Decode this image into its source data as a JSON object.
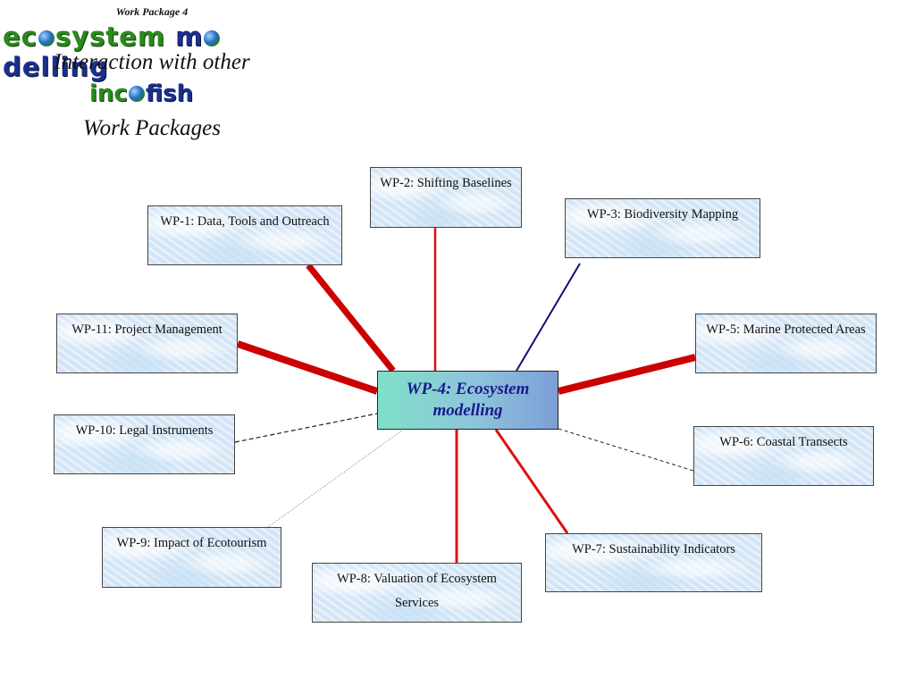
{
  "header": {
    "work_package": "Work Package 4",
    "logo_ecosystem_modelling": "ecosystem modelling",
    "subtitle_line1": "Interaction with other",
    "logo_incofish": "incofish",
    "subtitle_line2": "Work Packages"
  },
  "center": {
    "label": "WP-4: Ecosystem modelling"
  },
  "packages": {
    "wp1": "WP-1: Data, Tools and Outreach",
    "wp2": "WP-2: Shifting Baselines",
    "wp3": "WP-3: Biodiversity Mapping",
    "wp5": "WP-5: Marine Protected Areas",
    "wp6": "WP-6: Coastal Transects",
    "wp7": "WP-7: Sustainability Indicators",
    "wp8": "WP-8: Valuation of Ecosystem Services",
    "wp9": "WP-9: Impact of Ecotourism",
    "wp10": "WP-10: Legal Instruments",
    "wp11": "WP-11: Project Management"
  },
  "colors": {
    "strong_link": "#cc0000",
    "medium_link": "#dd1111",
    "blue_link": "#101070",
    "dashed_link": "#222222"
  }
}
